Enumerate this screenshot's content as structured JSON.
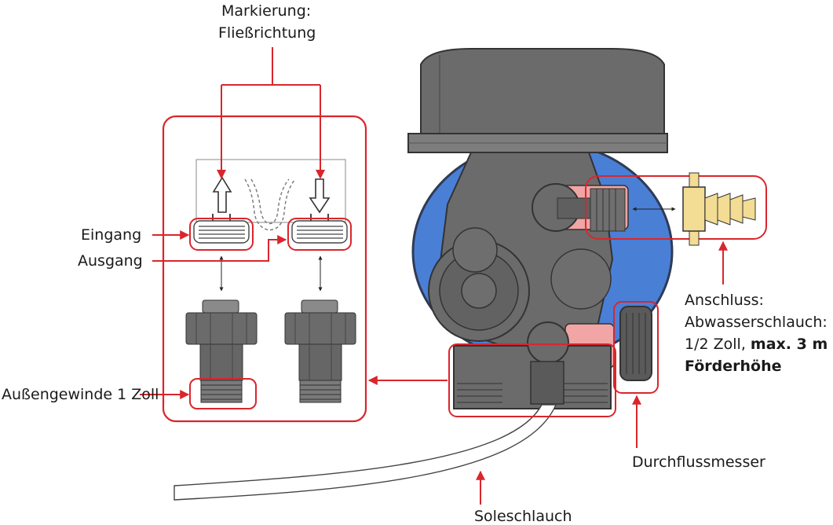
{
  "labels": {
    "flow_marking_line1": "Markierung:",
    "flow_marking_line2": "Fließrichtung",
    "inlet": "Eingang",
    "outlet": "Ausgang",
    "male_thread": "Außengewinde 1 Zoll",
    "drain_line1": "Anschluss:",
    "drain_line2": "Abwasserschlauch:",
    "drain_line3_plain": "1/2 Zoll, ",
    "drain_line3_bold": "max. 3 m",
    "drain_line4": "Förderhöhe",
    "flow_meter": "Durchflussmesser",
    "brine_hose": "Soleschlauch"
  },
  "colors": {
    "callout_red": "#d9262c",
    "valve_body": "#6b6b6b",
    "tank_blue": "#4a7fd6",
    "fitting_yellow": "#f3dc93",
    "highlight_pink": "#f2a5a5"
  }
}
